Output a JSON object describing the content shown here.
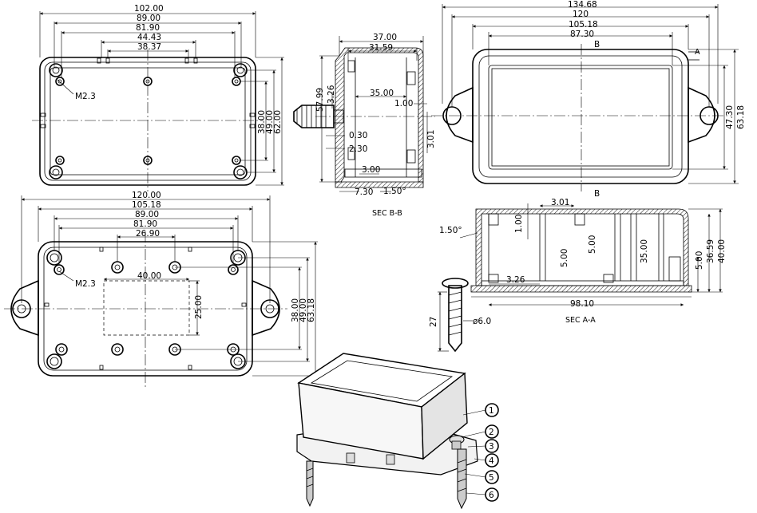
{
  "top_view": {
    "dims": [
      "102.00",
      "89.00",
      "81.90",
      "44.43",
      "38.37"
    ],
    "vdims": [
      "38.00",
      "49.00",
      "62.00"
    ],
    "label_m": "M2.3"
  },
  "section_bb": {
    "dims_top": [
      "37.00",
      "31.59"
    ],
    "inner": "35.00",
    "d_100": "1.00",
    "d_301": "3.01",
    "d_030": "0.30",
    "d_230": "2.30",
    "d_300": "3.00",
    "d_5799": "57.99",
    "d_326": "3.26",
    "d_730": "7.30",
    "d_150": "1.50°",
    "title": "SEC B-B"
  },
  "front_view": {
    "dims": [
      "134.68",
      "120",
      "105.18",
      "87.30"
    ],
    "vdims": [
      "47.30",
      "63.18"
    ],
    "label_b": "B",
    "label_a": "A"
  },
  "bottom_view": {
    "dims": [
      "120.00",
      "105.18",
      "89.00",
      "81.90",
      "26.90",
      "40.00"
    ],
    "vdims": [
      "25.00",
      "38.00",
      "49.00",
      "63.18"
    ],
    "label_m": "M2.3"
  },
  "section_aa": {
    "title": "SEC A-A",
    "d_301": "3.01",
    "d_100": "1.00",
    "d_500a": "5.00",
    "d_500b": "5.00",
    "d_3500": "35.00",
    "d_326": "3.26",
    "d_9810": "98.10",
    "d_150": "1.50°",
    "d_500c": "5.00",
    "d_3659": "36.59",
    "d_4000": "40.00",
    "d_27": "27",
    "d_phi": "ø6.0"
  },
  "callouts": [
    "1",
    "2",
    "3",
    "4",
    "5",
    "6"
  ]
}
